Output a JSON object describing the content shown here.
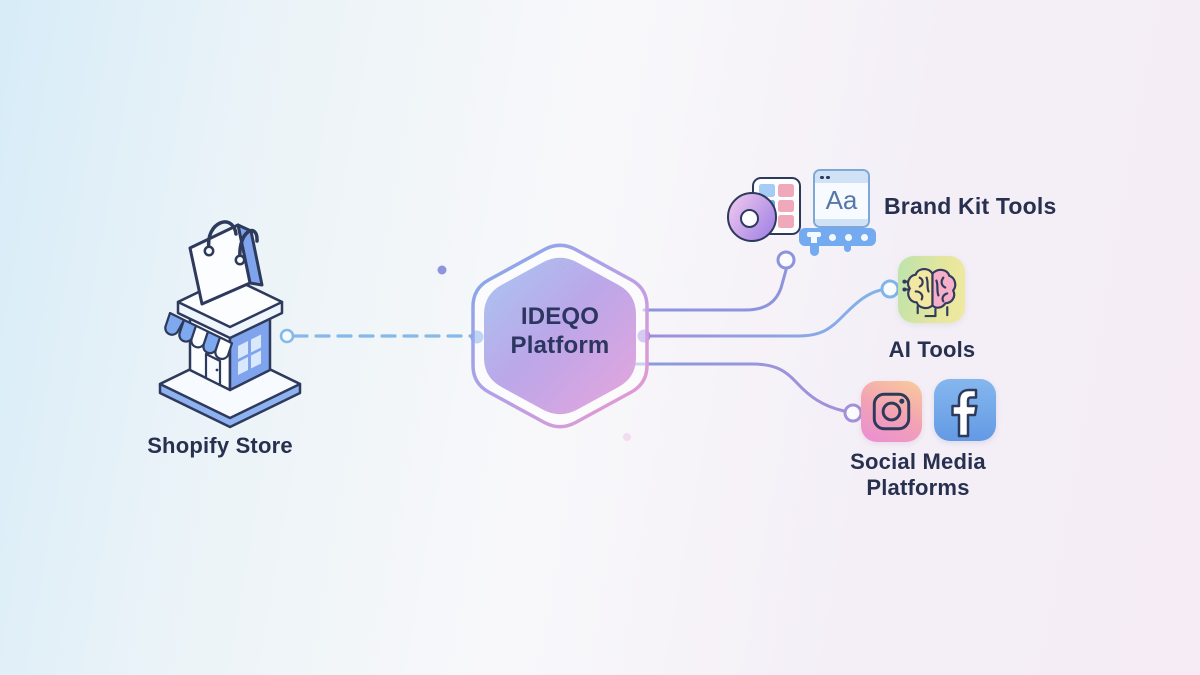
{
  "diagram": {
    "shopify": {
      "label": "Shopify Store",
      "icon": "shopify-storefront-icon"
    },
    "platform": {
      "label": "IDEQO Platform",
      "shape": "gradient-hexagon"
    },
    "brand_kit": {
      "label": "Brand Kit Tools",
      "window_text": "Aa",
      "icons": [
        "color-wheel-icon",
        "color-palette-card-icon",
        "typography-window-icon",
        "tool-rail-icon"
      ]
    },
    "ai": {
      "label": "AI Tools",
      "icon": "ai-brain-icon"
    },
    "social": {
      "label": "Social Media Platforms",
      "icons": [
        "instagram-icon",
        "facebook-icon"
      ]
    }
  },
  "connections": [
    {
      "from": "shopify",
      "to": "platform",
      "style": "dashed"
    },
    {
      "from": "platform",
      "to": "brand_kit",
      "style": "curved"
    },
    {
      "from": "platform",
      "to": "ai",
      "style": "curved"
    },
    {
      "from": "platform",
      "to": "social",
      "style": "curved"
    }
  ],
  "colors": {
    "label_text": "#27304f",
    "hexagon_fill_gradient": [
      "#a9c6f1",
      "#bba7e9",
      "#e7a5dc"
    ],
    "hexagon_ring_gradient": [
      "#7fa9ea",
      "#bc9ee6",
      "#ec99cf"
    ],
    "dashed_line": "#84b9e9",
    "connector_purple": "#a18be0",
    "connector_blue": "#7fb5ea",
    "store_blue": "#7fa3ec",
    "outline_navy": "#2e3a5c",
    "swatch_blue": "#6fa3ee",
    "swatch_pink": "#f0a9bb",
    "ai_tile_gradient": [
      "#bce3ac",
      "#f0e9a0"
    ],
    "instagram_gradient": [
      "#f8c89d",
      "#ea8ed6"
    ],
    "facebook_blue": "#639ae4"
  }
}
